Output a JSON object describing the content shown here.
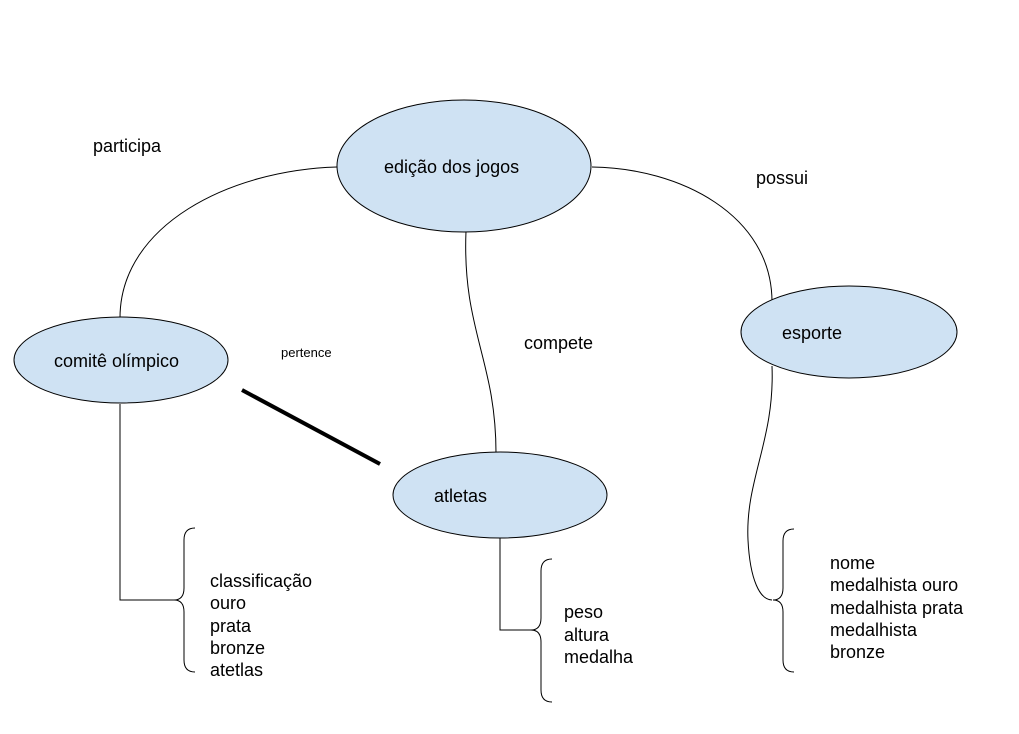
{
  "nodes": {
    "edicao": "edição dos jogos",
    "comite": "comitê olímpico",
    "esporte": "esporte",
    "atletas": "atletas"
  },
  "edges": {
    "participa": "participa",
    "possui": "possui",
    "compete": "compete",
    "pertence": "pertence"
  },
  "attributes": {
    "comite": [
      "classificação",
      "ouro",
      "prata",
      "bronze",
      "atetlas"
    ],
    "atletas": [
      "peso",
      "altura",
      "medalha"
    ],
    "esporte": [
      "nome",
      "medalhista ouro",
      "medalhista prata",
      "medalhista",
      "bronze"
    ]
  },
  "colors": {
    "node_fill": "#cfe2f3",
    "line": "#000000"
  }
}
